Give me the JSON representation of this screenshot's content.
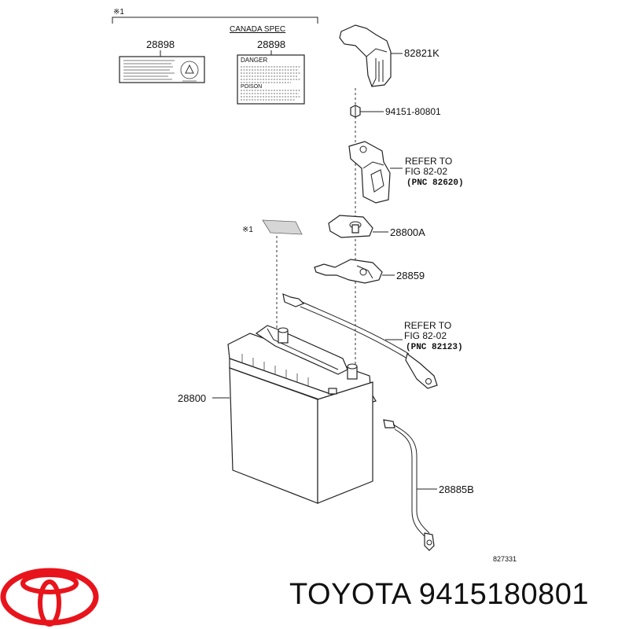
{
  "diagram": {
    "group_note": "※1",
    "canada_spec": "CANADA SPEC",
    "label_left_part": "28898",
    "label_right_part": "28898",
    "danger_label_title": "DANGER",
    "poison_label_title": "POISON",
    "callouts": {
      "terminal_cover": "82821K",
      "nut": "94151-80801",
      "refer1_line1": "REFER TO",
      "refer1_line2": "FIG 82-02",
      "refer1_line3": "(PNC 82620)",
      "clamp": "28800A",
      "terminal_clamp": "28859",
      "refer2_line1": "REFER TO",
      "refer2_line2": "FIG 82-02",
      "refer2_line3": "(PNC 82123)",
      "battery": "28800",
      "cable": "28885B",
      "sheet_mark": "※1"
    },
    "illustration_number": "827331"
  },
  "footer": {
    "brand": "TOYOTA",
    "part_number": "9415180801",
    "brand_color": "#e8141c"
  }
}
